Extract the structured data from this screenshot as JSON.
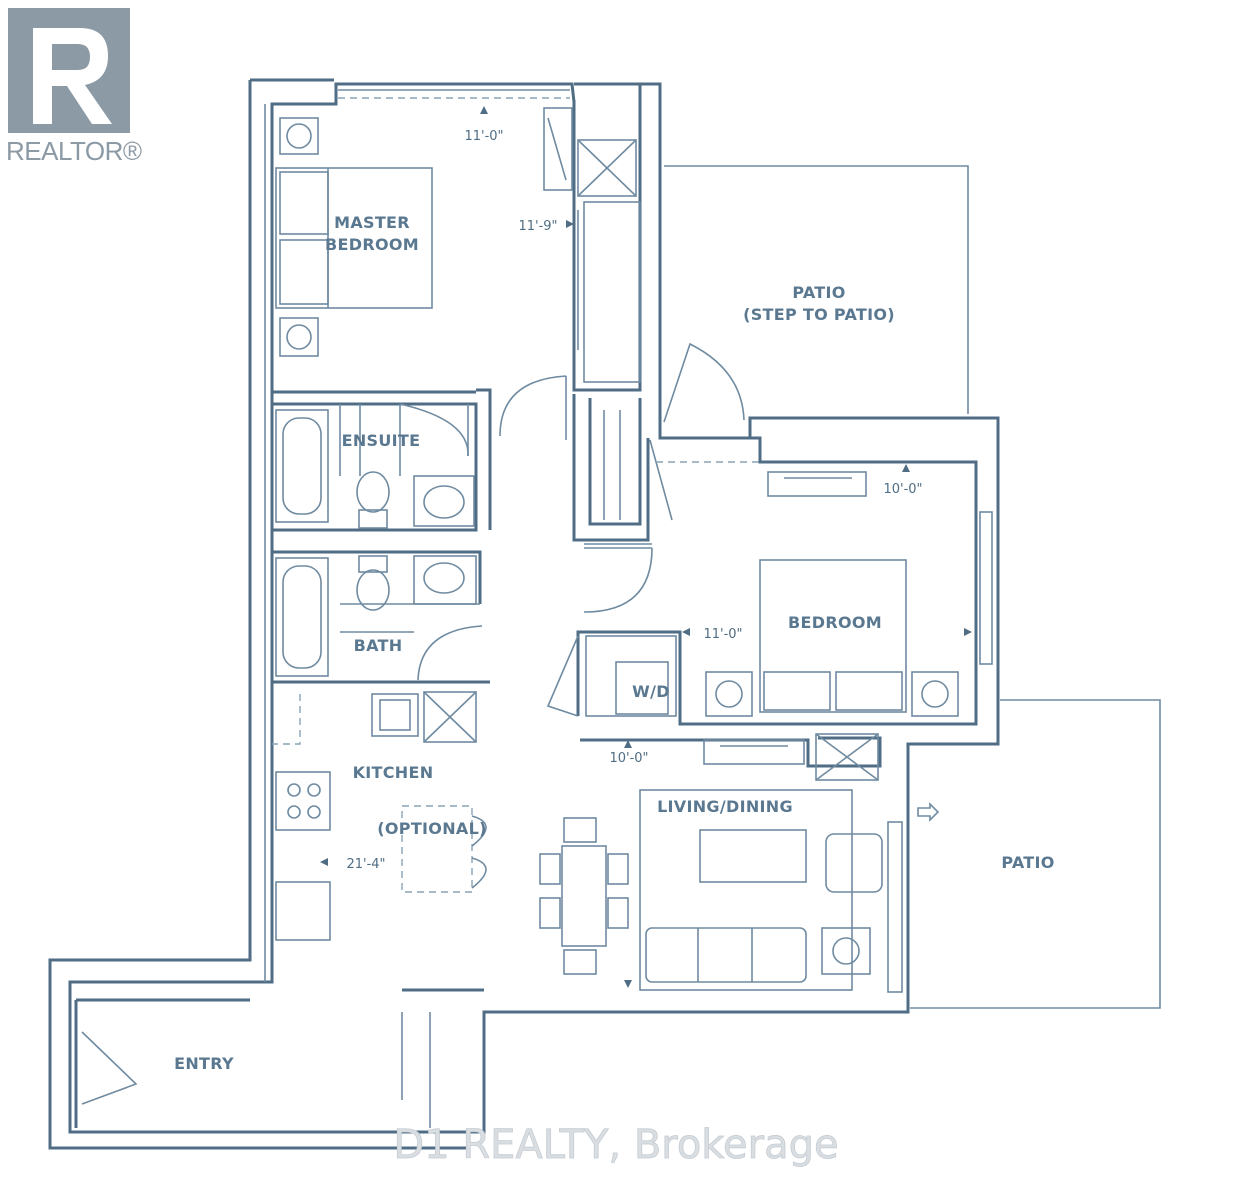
{
  "logo": {
    "text": "REALTOR®",
    "color": "#8c9aa5"
  },
  "watermark": "D1 REALTY, Brokerage",
  "rooms": {
    "master_bedroom": [
      "MASTER",
      "BEDROOM"
    ],
    "ensuite": "ENSUITE",
    "bath": "BATH",
    "kitchen": "KITCHEN",
    "optional": "(OPTIONAL)",
    "patio_top": [
      "PATIO",
      "(STEP TO PATIO)"
    ],
    "bedroom": "BEDROOM",
    "wd": "W/D",
    "living_dining": "LIVING/DINING",
    "patio_right": "PATIO",
    "entry": "ENTRY"
  },
  "dimensions": {
    "master_width": "11'-0\"",
    "master_depth": "11'-9\"",
    "bedroom_width": "10'-0\"",
    "bedroom_depth": "11'-0\"",
    "living_width": "10'-0\"",
    "kitchen_depth": "21'-4\""
  },
  "colors": {
    "line": "#4f6d84",
    "label": "#5a7890"
  }
}
